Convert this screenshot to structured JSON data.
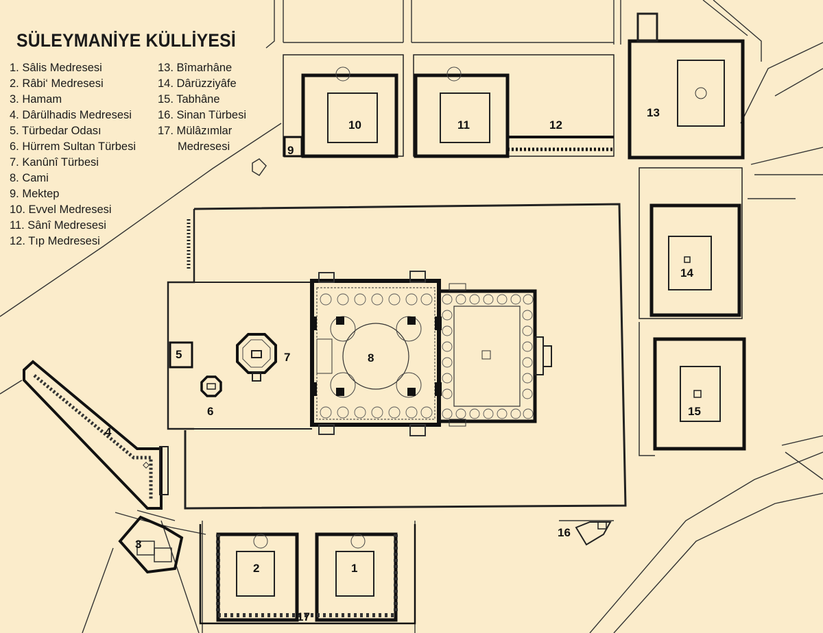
{
  "title": "SÜLEYMANİYE KÜLLİYESİ",
  "legend_left": [
    "1. Sâlis Medresesi",
    "2. Râbi‘ Medresesi",
    "3. Hamam",
    "4. Dârülhadis Medresesi",
    "5. Türbedar Odası",
    "6. Hürrem Sultan Türbesi",
    "7. Kanûnî Türbesi",
    "8. Cami",
    "9. Mektep",
    "10. Evvel Medresesi",
    "11. Sânî Medresesi",
    "12. Tıp Medresesi"
  ],
  "legend_right": [
    "13. Bîmarhâne",
    "14. Dârüzziyâfe",
    "15. Tabhâne",
    "16. Sinan Türbesi",
    "17. Mülâzımlar",
    "Medresesi"
  ],
  "map_numbers": [
    "1",
    "2",
    "3",
    "4",
    "5",
    "6",
    "7",
    "8",
    "9",
    "10",
    "11",
    "12",
    "13",
    "14",
    "15",
    "16",
    "17"
  ],
  "colors": {
    "background": "#fbeccb",
    "ink": "#1a1a1a"
  }
}
